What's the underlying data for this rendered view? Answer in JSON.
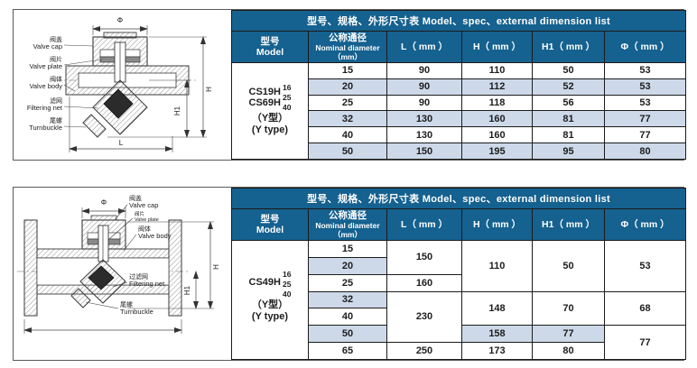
{
  "palette": {
    "header_bg": "#15618f",
    "header_text": "#ffffff",
    "row_alt": "#cdd9e9",
    "row_white": "#ffffff",
    "cell_border": "#1b1b1b",
    "panel_border": "#5a5a5a",
    "drawing_line": "#3a3a3a"
  },
  "table_header": {
    "title": "型号、规格、外形尺寸表  Model、spec、external dimension list",
    "model_zh": "型号",
    "model_en": "Model",
    "dn_zh": "公称通径",
    "dn_en": "Nominal diameter",
    "dn_unit": "（mm）",
    "l": "L（ mm ）",
    "h": "H（ mm ）",
    "h1": "H1（ mm ）",
    "phi": "Φ（ mm ）"
  },
  "drawing1": {
    "dim_phi": "Φ",
    "dim_h": "H",
    "dim_h1": "H1",
    "dim_l": "L",
    "cap_zh": "阀盖",
    "cap_en": "Valve cap",
    "plate_zh": "阀片",
    "plate_en": "Valve plate",
    "body_zh": "阀体",
    "body_en": "Valve body",
    "net_zh": "滤网",
    "net_en": "Filtering net",
    "turn_zh": "尾螺",
    "turn_en": "Turnbuckle"
  },
  "drawing2": {
    "dim_phi": "Φ",
    "dim_h": "H",
    "dim_h1": "H1",
    "cap_zh": "阀盖",
    "cap_en": "Valve cap",
    "plate_zh": "阀片",
    "plate_en": "Valve plate",
    "body_zh": "阀体",
    "body_en": "Valve body",
    "net_zh": "过滤网",
    "net_en": "Filtering net",
    "turn_zh": "尾螺",
    "turn_en": "Turnbuckle"
  },
  "table1": {
    "model": {
      "name1": "CS19H",
      "name2": "CS69H",
      "pn1": "16",
      "pn2": "25",
      "pn3": "40",
      "type_zh": "（Y型）",
      "type_en": "(Y type)"
    },
    "rows": [
      [
        "15",
        "90",
        "110",
        "50",
        "53"
      ],
      [
        "20",
        "90",
        "112",
        "52",
        "53"
      ],
      [
        "25",
        "90",
        "118",
        "56",
        "53"
      ],
      [
        "32",
        "130",
        "160",
        "81",
        "77"
      ],
      [
        "40",
        "130",
        "160",
        "81",
        "77"
      ],
      [
        "50",
        "150",
        "195",
        "95",
        "80"
      ]
    ]
  },
  "table2": {
    "model": {
      "name1": "CS49H",
      "pn1": "16",
      "pn2": "25",
      "pn3": "40",
      "type_zh": "（Y型）",
      "type_en": "(Y type)"
    },
    "dn": [
      "15",
      "20",
      "25",
      "32",
      "40",
      "50",
      "65"
    ],
    "l": [
      "150",
      "160",
      "230",
      "250"
    ],
    "h": [
      "110",
      "148",
      "158",
      "173"
    ],
    "h1": [
      "50",
      "70",
      "77",
      "80"
    ],
    "phi": [
      "53",
      "68",
      "77"
    ]
  }
}
